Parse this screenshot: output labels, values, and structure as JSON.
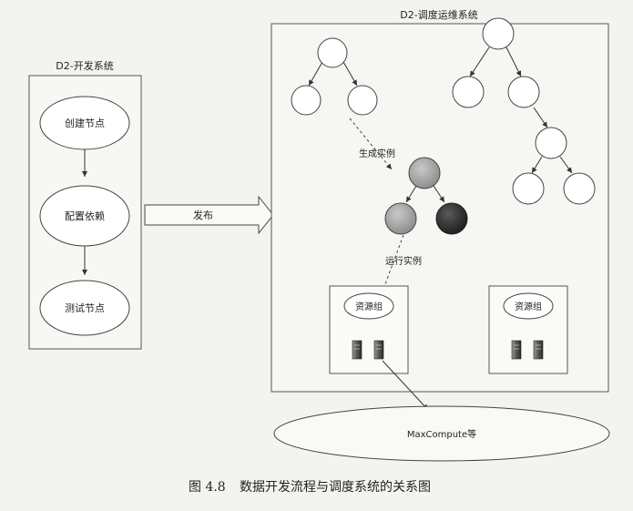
{
  "dev_system": {
    "title": "D2-开发系统",
    "steps": [
      "创建节点",
      "配置依赖",
      "测试节点"
    ]
  },
  "publish_label": "发布",
  "scheduler": {
    "title": "D2-调度运维系统",
    "generate_label": "生成实例",
    "run_label": "运行实例",
    "resource_groups": [
      {
        "label": "资源组"
      },
      {
        "label": "资源组"
      }
    ]
  },
  "compute": {
    "label": "MaxCompute等"
  },
  "caption": {
    "number": "图 4.8",
    "text": "数据开发流程与调度系统的关系图"
  }
}
